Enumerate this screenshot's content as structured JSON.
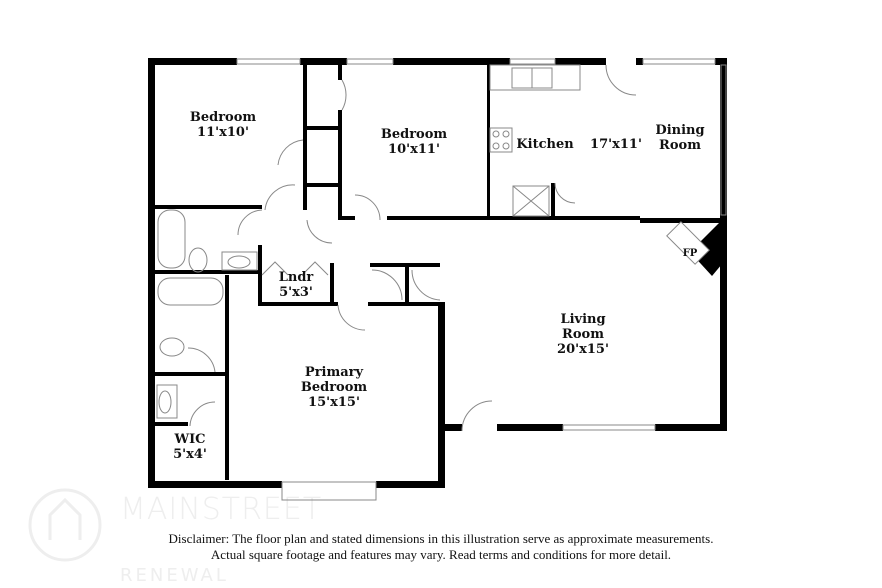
{
  "rooms": {
    "bedroom1": {
      "name": "Bedroom",
      "size": "11'x10'"
    },
    "bedroom2": {
      "name": "Bedroom",
      "size": "10'x11'"
    },
    "kitchen": {
      "name": "Kitchen"
    },
    "kitchen_dining_size": "17'x11'",
    "dining": {
      "name": "Dining",
      "name2": "Room"
    },
    "fireplace": "FP",
    "laundry": {
      "name": "Lndr",
      "size": "5'x3'"
    },
    "living": {
      "name": "Living",
      "name2": "Room",
      "size": "20'x15'"
    },
    "primary": {
      "name": "Primary",
      "name2": "Bedroom",
      "size": "15'x15'"
    },
    "wic": {
      "name": "WIC",
      "size": "5'x4'"
    }
  },
  "watermark": {
    "line1": "MAINSTREET",
    "line2": "RENEWAL"
  },
  "disclaimer": {
    "line1": "Disclaimer: The floor plan and stated dimensions in this illustration serve as approximate measurements.",
    "line2": "Actual square footage and features may vary. Read terms and conditions for more detail."
  },
  "colors": {
    "wall": "#000000",
    "fixture": "#888888"
  }
}
